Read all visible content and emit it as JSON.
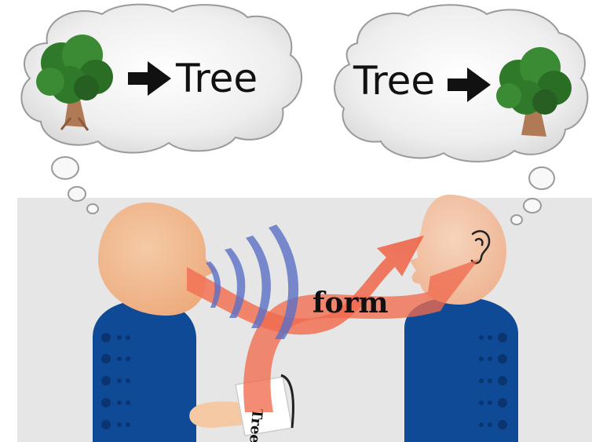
{
  "thought_left": {
    "word": "Tree"
  },
  "thought_right": {
    "word": "Tree"
  },
  "arrow_label": "form",
  "paper_word": "Tree",
  "colors": {
    "background_panel": "#e6e6e6",
    "skin": "#f1b98a",
    "shirt": "#0e4a96",
    "shirt_dots": "#0a3570",
    "arrow": "#f06a4e",
    "sound_waves": "#5b6fc6",
    "cloud": "#ededed",
    "tree_leaves": "#2f7a2a",
    "trunk": "#b07a56"
  },
  "icons": [
    "tree-icon",
    "arrow-right-icon",
    "ear-icon",
    "sound-waves-icon",
    "thought-bubble-icon"
  ]
}
